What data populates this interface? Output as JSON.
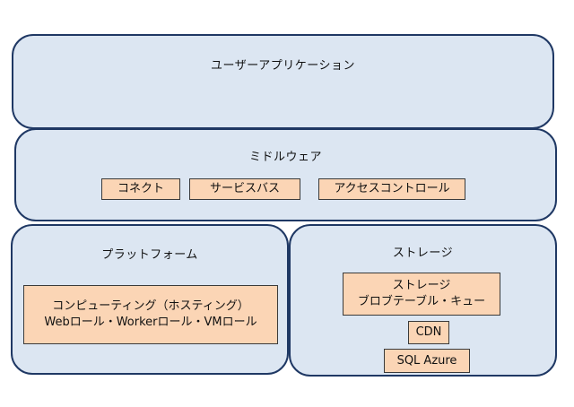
{
  "user_app": {
    "title": "ユーザーアプリケーション"
  },
  "middleware": {
    "title": "ミドルウェア",
    "items": [
      "コネクト",
      "サービスバス",
      "アクセスコントロール"
    ]
  },
  "platform": {
    "title": "プラットフォーム",
    "compute": {
      "line1": "コンピューティング（ホスティング）",
      "line2": "Webロール・Workerロール・VMロール"
    }
  },
  "storage": {
    "title": "ストレージ",
    "storage_box": {
      "line1": "ストレージ",
      "line2": "ブロブテーブル・キュー"
    },
    "cdn": "CDN",
    "sql": "SQL Azure"
  },
  "colors": {
    "layer_fill": "#dce6f2",
    "layer_border": "#1f3864",
    "box_fill": "#fbd5b5"
  }
}
